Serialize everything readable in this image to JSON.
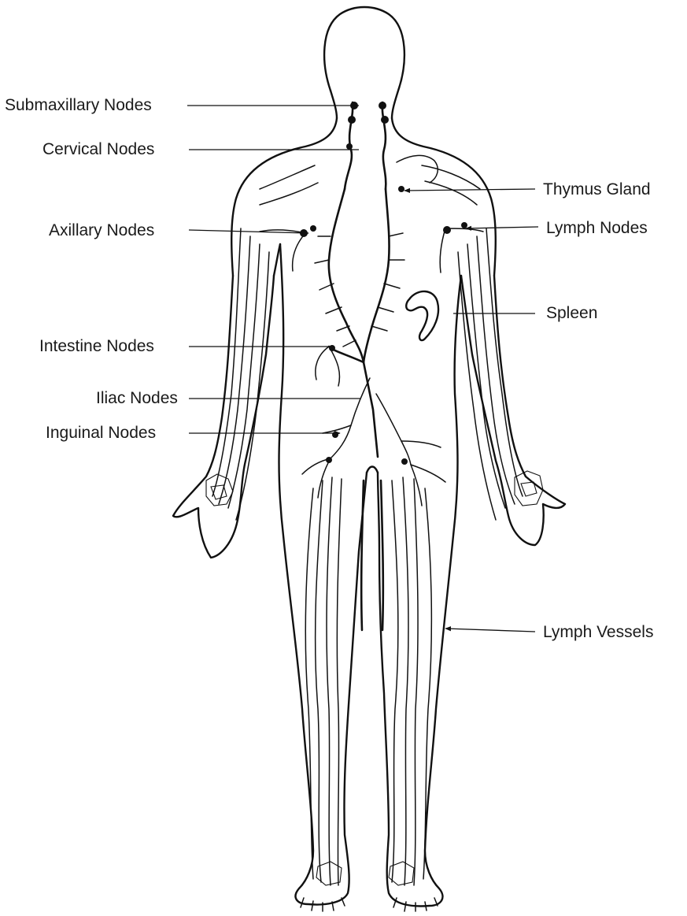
{
  "labels": {
    "submaxillary_nodes": "Submaxillary Nodes",
    "cervical_nodes": "Cervical Nodes",
    "axillary_nodes": "Axillary Nodes",
    "intestine_nodes": "Intestine Nodes",
    "iliac_nodes": "Iliac Nodes",
    "inguinal_nodes": "Inguinal Nodes",
    "thymus_gland": "Thymus Gland",
    "lymph_nodes": "Lymph Nodes",
    "spleen": "Spleen",
    "lymph_vessels": "Lymph Vessels"
  },
  "colors": {
    "line": "#111111",
    "background": "#ffffff",
    "text": "#1a1a1a"
  }
}
